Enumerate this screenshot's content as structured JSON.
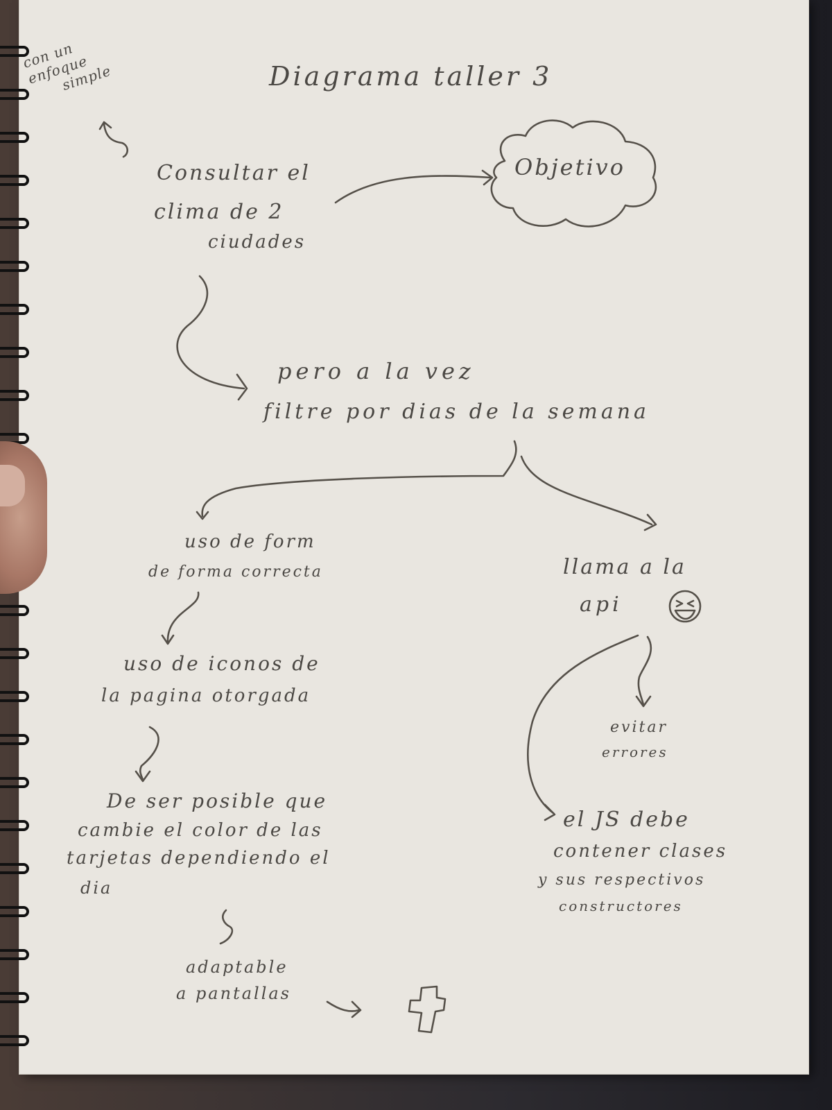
{
  "diagram": {
    "title": "Diagrama taller 3",
    "side_note": [
      "con un",
      "enfoque",
      "simple"
    ],
    "root": [
      "Consultar el",
      "clima de 2",
      "ciudades"
    ],
    "objective": "Objetivo",
    "filter": [
      "pero a la vez",
      "filtre por dias de la semana"
    ],
    "left_branch": {
      "form": [
        "uso de form",
        "de forma correcta"
      ],
      "icons": [
        "uso de iconos de",
        "la pagina otorgada"
      ],
      "colors": [
        "De ser posible que",
        "cambie el color de las",
        "tarjetas dependiendo el",
        "dia"
      ],
      "responsive": [
        "adaptable",
        "a pantallas"
      ]
    },
    "right_branch": {
      "api": [
        "llama a la",
        "api"
      ],
      "errors": [
        "evitar",
        "errores"
      ],
      "js": [
        "el JS debe",
        "contener clases",
        "y sus respectivos",
        "constructores"
      ]
    },
    "icons": [
      "laughing-face-icon",
      "cross-icon"
    ],
    "ink_color": "#4b4844",
    "paper_color": "#e9e6e0"
  }
}
